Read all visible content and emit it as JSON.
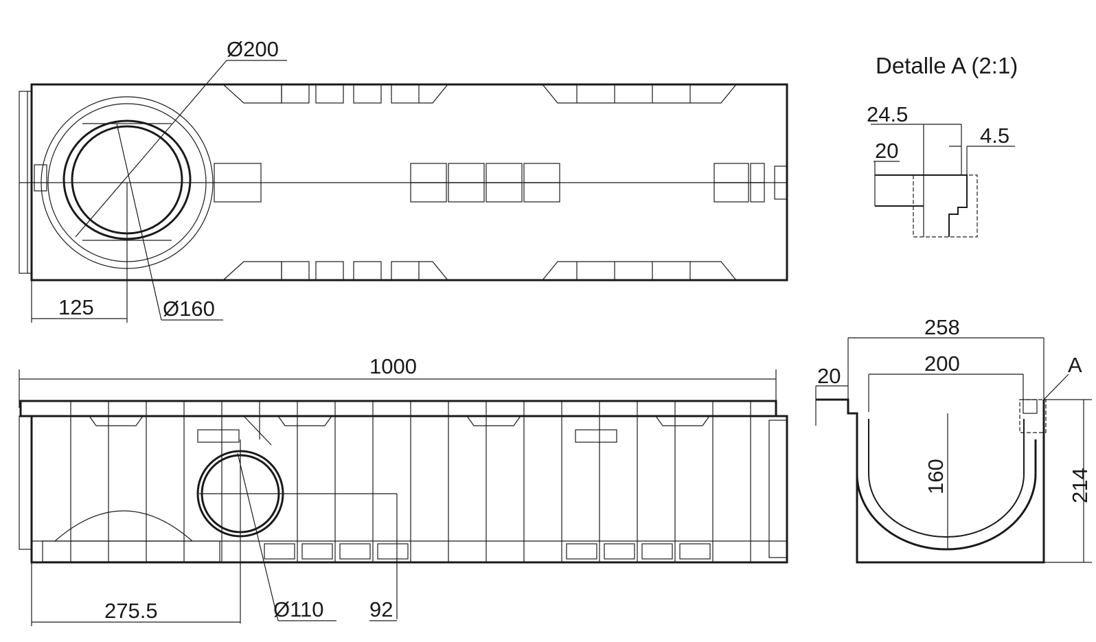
{
  "detail_title": "Detalle A (2:1)",
  "detail_marker": "A",
  "top_view": {
    "outer_diameter": "Ø200",
    "inner_diameter": "Ø160",
    "outlet_offset": "125"
  },
  "side_view": {
    "overall_length": "1000",
    "outlet_position": "275.5",
    "outlet_diameter": "Ø110",
    "outlet_height": "92"
  },
  "cross_section": {
    "outer_width": "258",
    "inner_width": "200",
    "rim_height": "20",
    "inner_depth": "160",
    "total_height": "214"
  },
  "detail_a": {
    "overall": "24.5",
    "wall": "4.5",
    "height": "20"
  },
  "colors": {
    "line": "#1a1a1a",
    "background": "#ffffff"
  }
}
